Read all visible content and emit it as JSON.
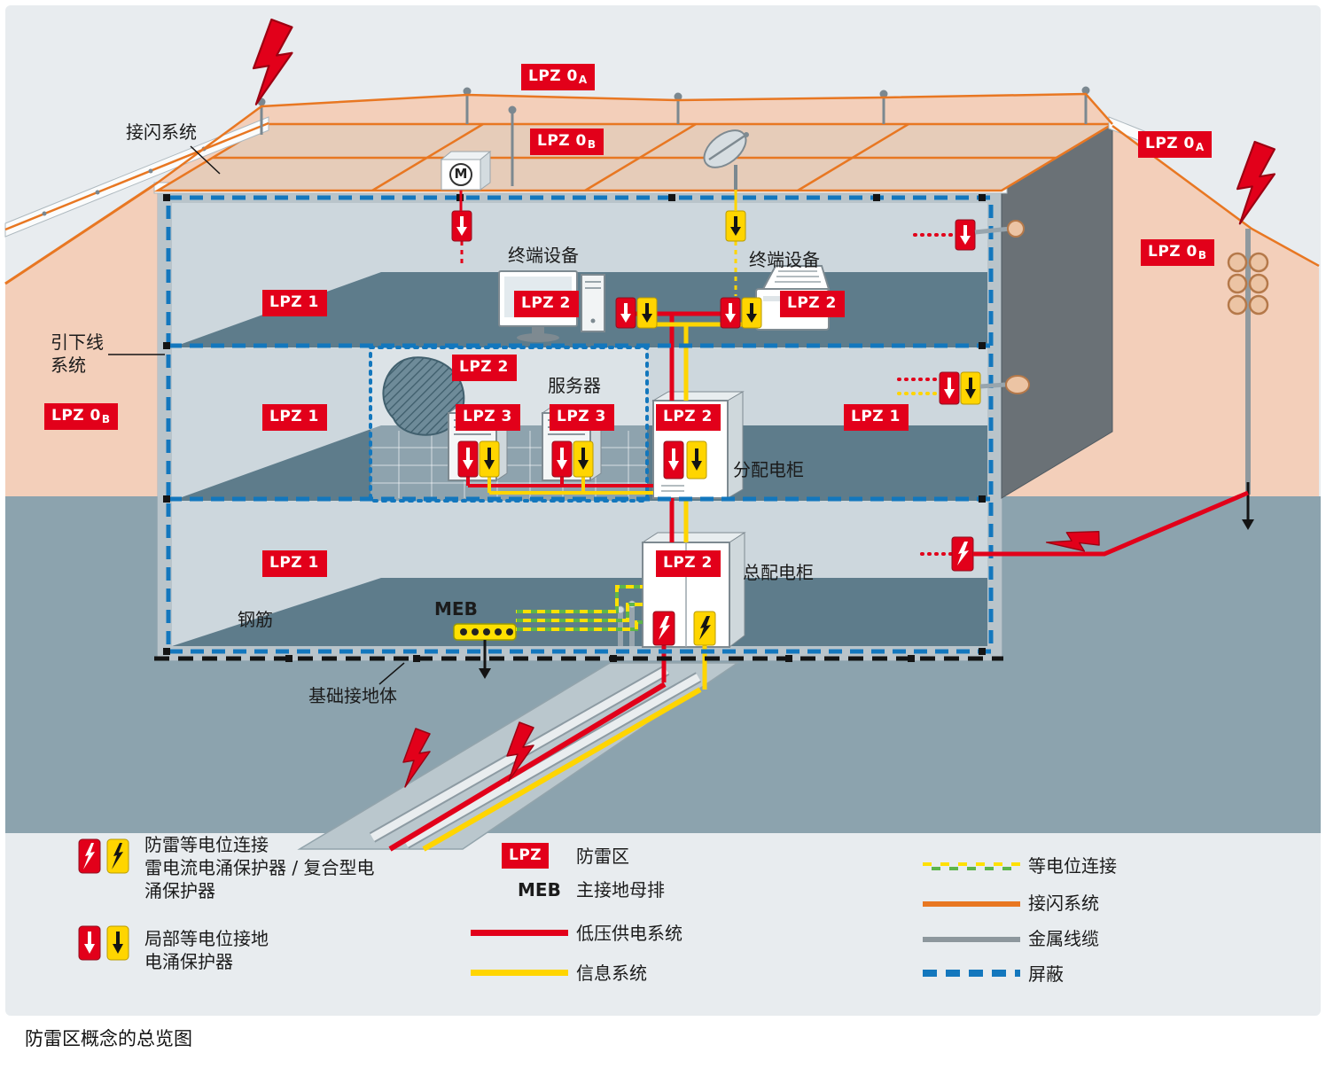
{
  "caption": "防雷区概念的总览图",
  "labels": {
    "air_termination": "接闪系统",
    "down_conductor_line1": "引下线",
    "down_conductor_line2": "系统",
    "terminal_left": "终端设备",
    "terminal_right": "终端设备",
    "server": "服务器",
    "distribution_cabinet": "分配电柜",
    "main_distribution_cabinet": "总配电柜",
    "rebar": "钢筋",
    "meb": "MEB",
    "foundation_earth": "基础接地体",
    "motor": "M"
  },
  "badges": [
    {
      "text": "LPZ 0",
      "sub": "A"
    },
    {
      "text": "LPZ 0",
      "sub": "B"
    },
    {
      "text": "LPZ 0",
      "sub": "A"
    },
    {
      "text": "LPZ 0",
      "sub": "B"
    },
    {
      "text": "LPZ 0",
      "sub": "B"
    },
    {
      "text": "LPZ 1",
      "sub": ""
    },
    {
      "text": "LPZ 2",
      "sub": ""
    },
    {
      "text": "LPZ 2",
      "sub": ""
    },
    {
      "text": "LPZ 2",
      "sub": ""
    },
    {
      "text": "LPZ 1",
      "sub": ""
    },
    {
      "text": "LPZ 3",
      "sub": ""
    },
    {
      "text": "LPZ 3",
      "sub": ""
    },
    {
      "text": "LPZ 2",
      "sub": ""
    },
    {
      "text": "LPZ 1",
      "sub": ""
    },
    {
      "text": "LPZ 1",
      "sub": ""
    },
    {
      "text": "LPZ 2",
      "sub": ""
    }
  ],
  "legend": {
    "spd_combo_line1": "防雷等电位连接",
    "spd_combo_line2": "雷电流电涌保护器 / 复合型电",
    "spd_combo_line3": "涌保护器",
    "spd_local_line1": "局部等电位接地",
    "spd_local_line2": "电涌保护器",
    "lpz_chip": "LPZ",
    "lpz_label": "防雷区",
    "meb_abbr": "MEB",
    "meb_label": "主接地母排",
    "power_label": "低压供电系统",
    "info_label": "信息系统",
    "bonding_label": "等电位连接",
    "air_termination_label": "接闪系统",
    "metal_cable_label": "金属线缆",
    "shield_label": "屏蔽"
  },
  "colors": {
    "lpz_red": "#e2001a",
    "info_yellow": "#ffd500",
    "air_termination_orange": "#e87722",
    "shield_blue": "#1377bd",
    "bonding_green": "#5db54b"
  }
}
